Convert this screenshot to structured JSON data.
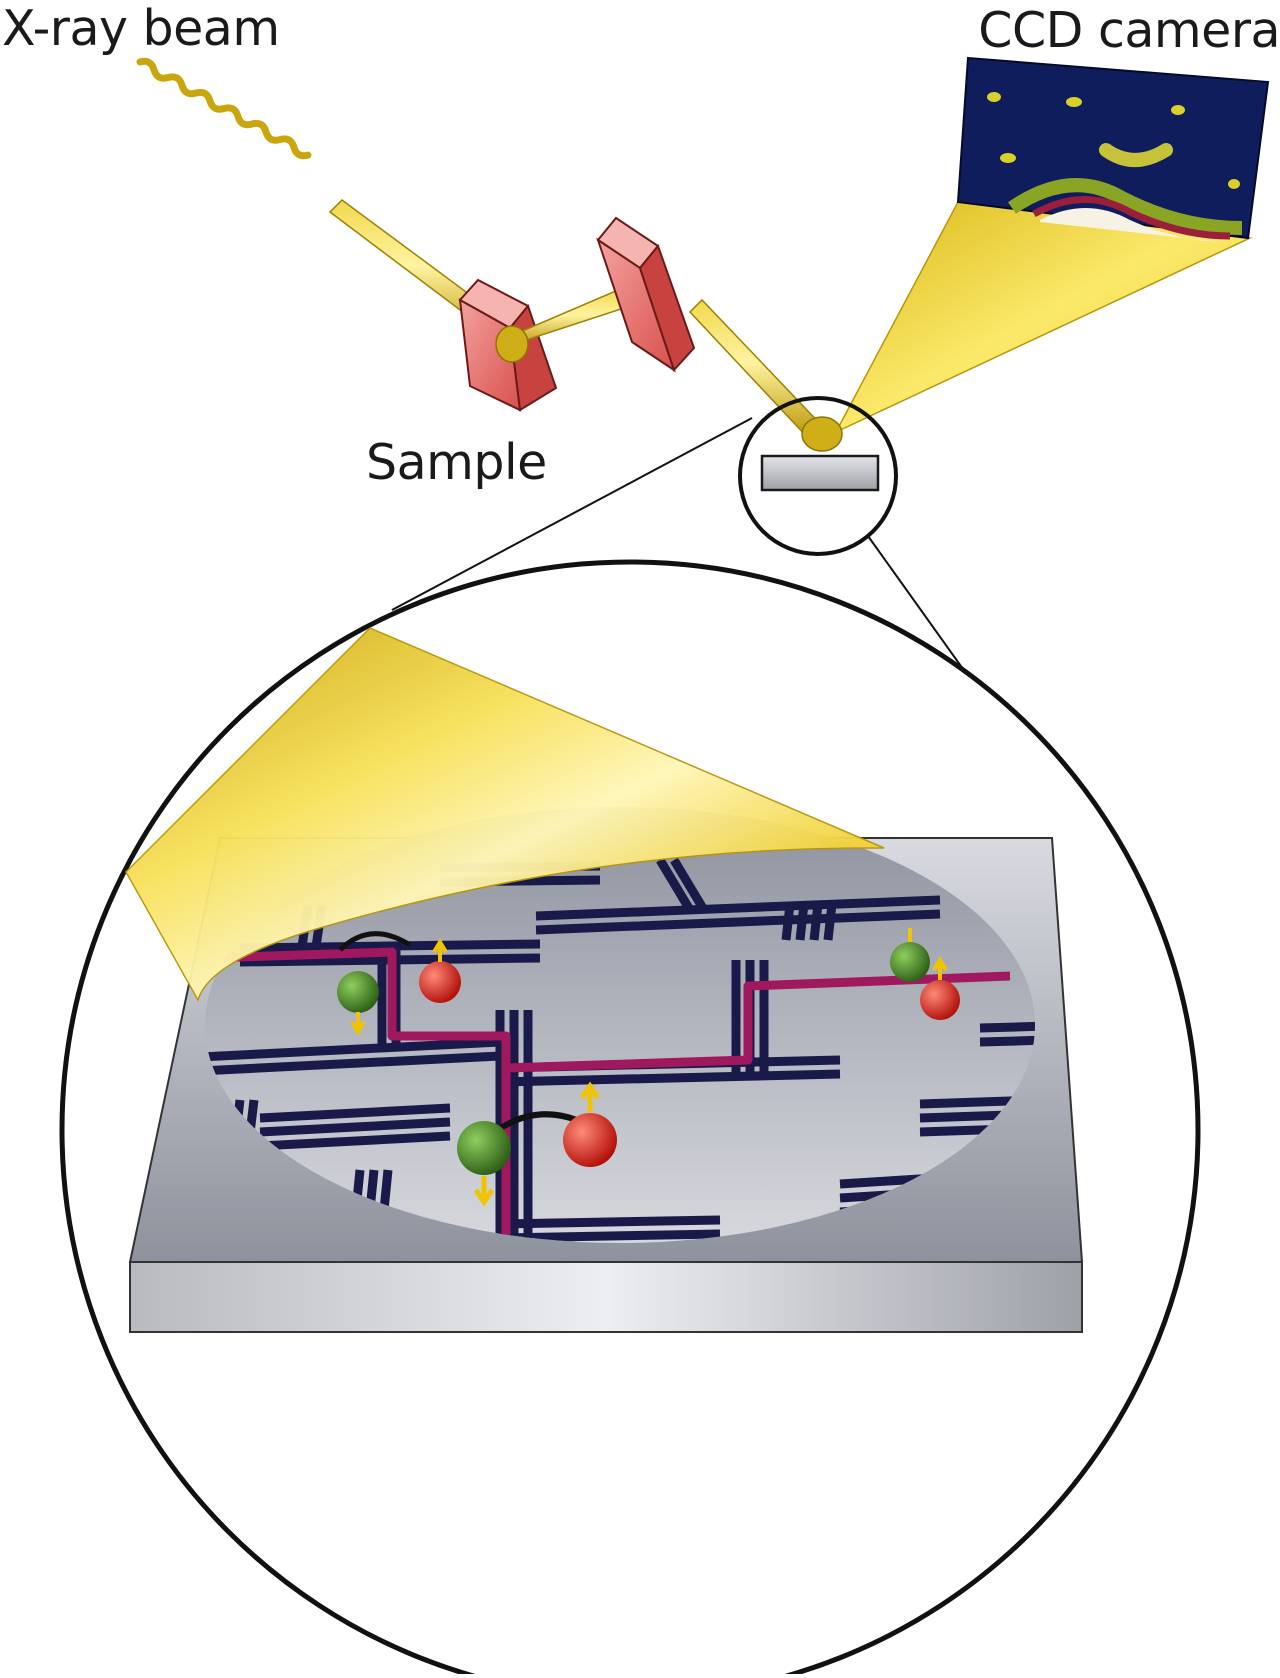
{
  "labels": {
    "xray_beam": "X-ray beam",
    "ccd_camera": "CCD camera",
    "sample": "Sample"
  },
  "colors": {
    "beam_gold": "#d4b012",
    "beam_highlight": "#fff3a0",
    "crystal_red": "#e2635f",
    "detector_navy": "#101d5c",
    "spot_yellow": "#d9d02a",
    "ring_green": "#8aa424",
    "ring_red": "#9b1f3a",
    "surface_gray": "#a9acb6",
    "lattice_navy": "#1a1a4a",
    "path_magenta": "#a0185e",
    "atom_green": "#3e7a22",
    "atom_red": "#d21f16",
    "spin_arrow": "#f0c400"
  },
  "icons": {
    "crystal_1": "analyzer-crystal-icon",
    "crystal_2": "analyzer-crystal-icon",
    "detector": "ccd-detector-icon",
    "atom_pair": "atom-pair-icon"
  }
}
